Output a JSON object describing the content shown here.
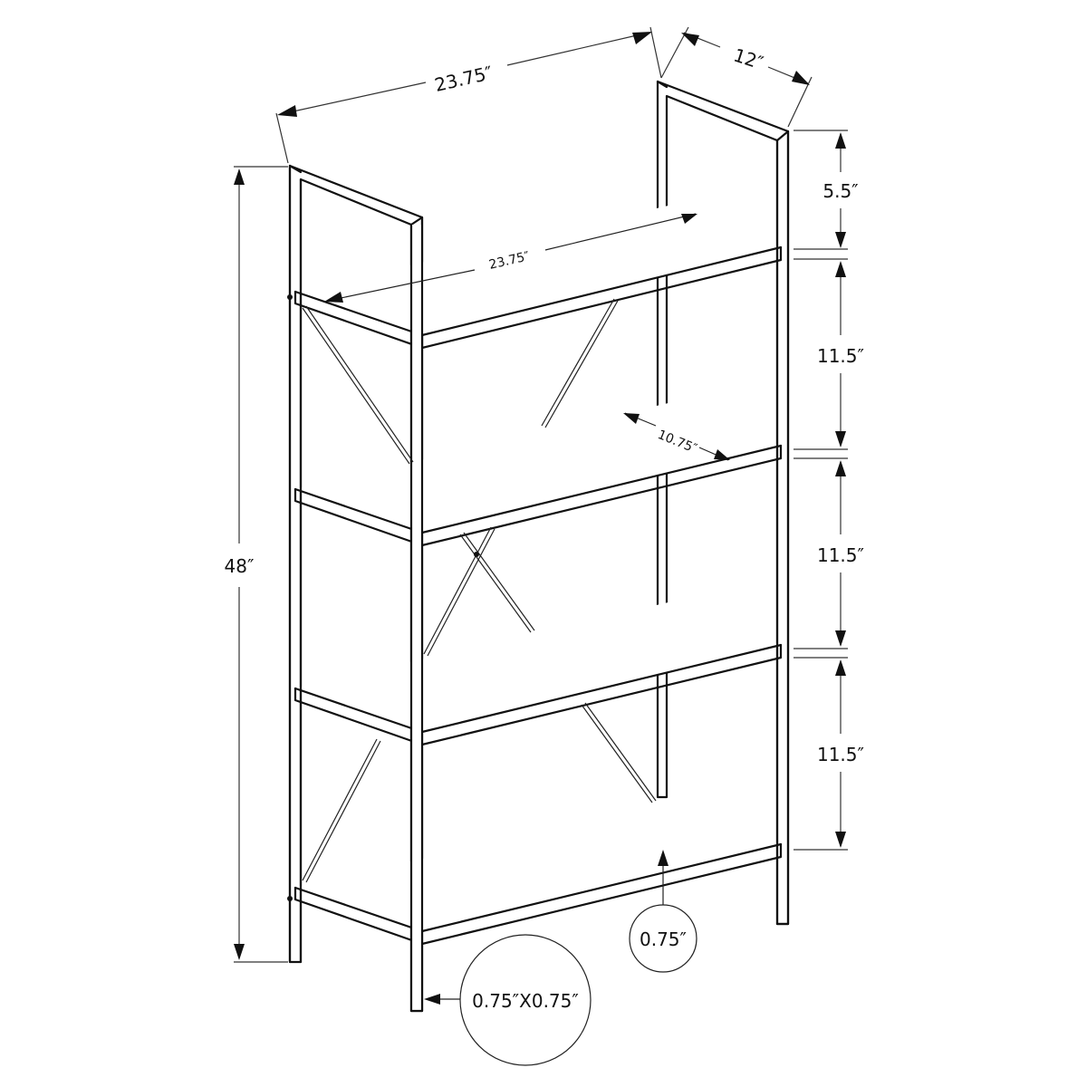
{
  "diagram": {
    "subject": "4-tier metal frame bookshelf dimension drawing",
    "colors": {
      "line": "#111111",
      "background": "#ffffff"
    },
    "dimensions": {
      "overall_width": "23.75″",
      "overall_depth": "12″",
      "overall_height": "48″",
      "shelf_width": "23.75″",
      "shelf_depth": "10.75″",
      "top_clearance": "5.5″",
      "shelf_spacing_1": "11.5″",
      "shelf_spacing_2": "11.5″",
      "shelf_spacing_3": "11.5″",
      "shelf_thickness": "0.75″",
      "leg_profile": "0.75″X0.75″"
    },
    "shelf_count": 4
  }
}
